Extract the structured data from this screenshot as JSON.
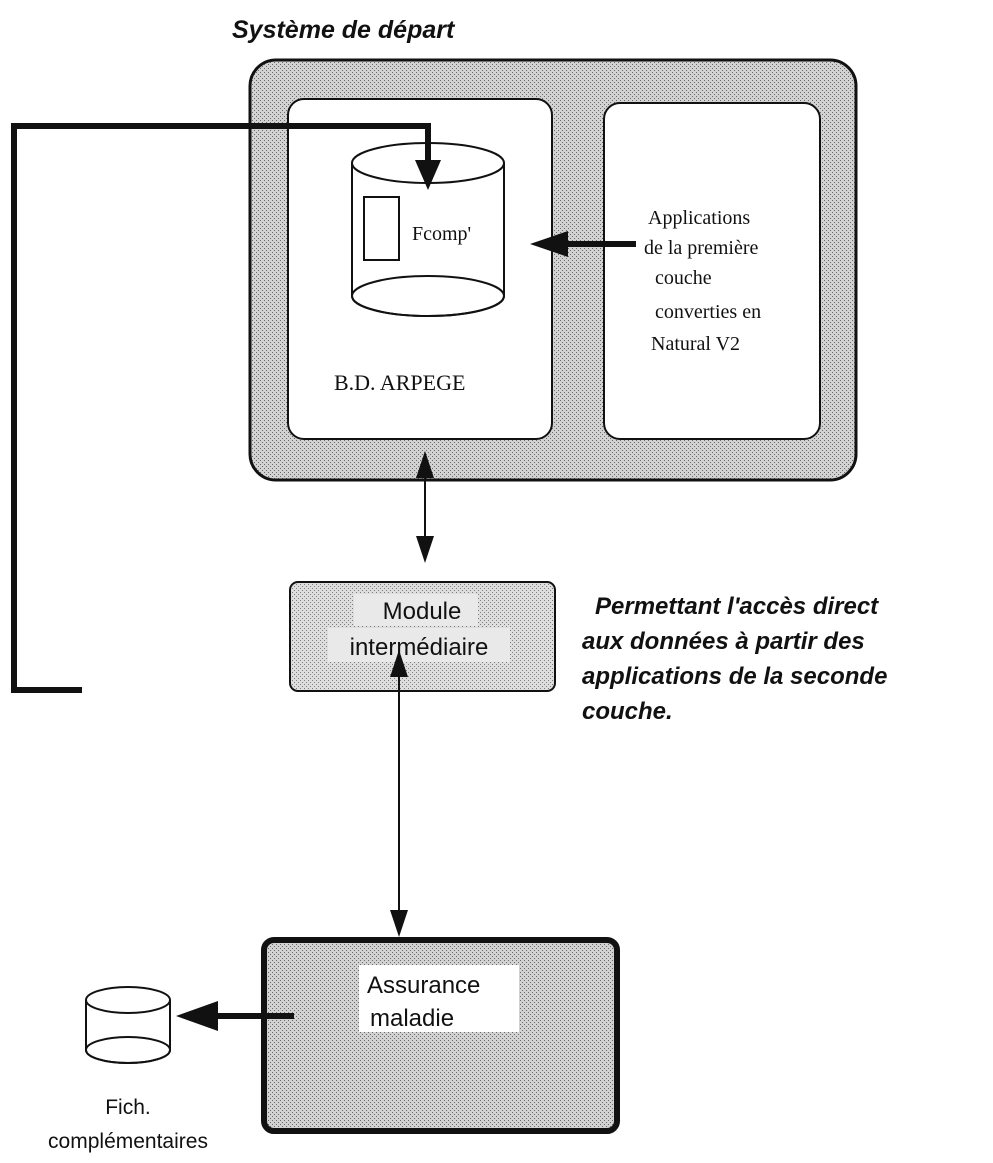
{
  "title": "Système de départ",
  "db_label": "B.D. ARPEGE",
  "fcomp_label": "Fcomp'",
  "applications_lines": [
    "Applications",
    "de la première",
    "couche",
    "converties en",
    "Natural V2"
  ],
  "module_lines": [
    "Module",
    "intermédiaire"
  ],
  "description_lines": [
    "Permettant l'accès direct",
    "aux données à partir des",
    "applications de la seconde",
    "couche."
  ],
  "assurance_lines": [
    "Assurance",
    "maladie"
  ],
  "fich_lines": [
    "Fich.",
    "complémentaires"
  ]
}
